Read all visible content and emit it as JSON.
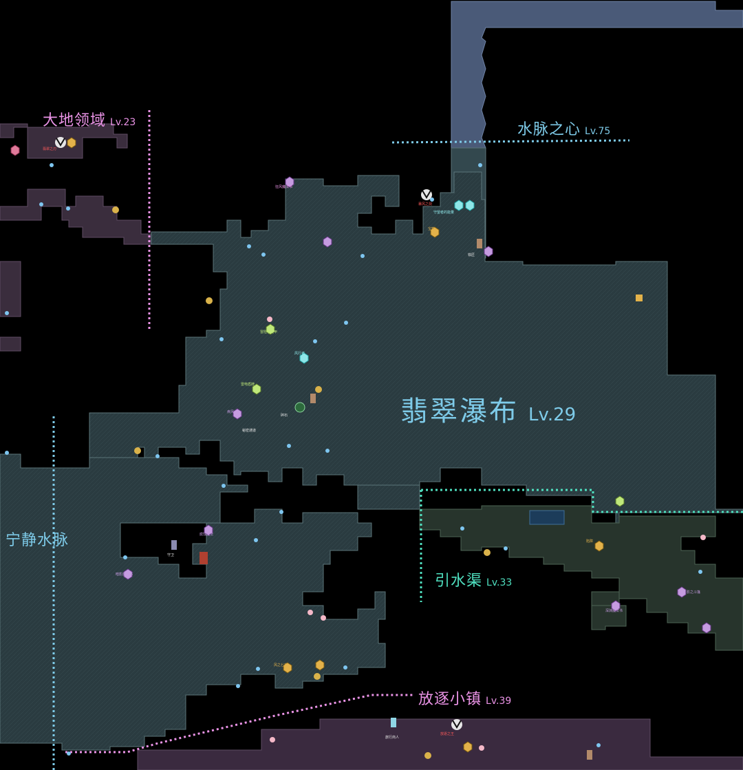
{
  "map": {
    "colors": {
      "background": "#000000",
      "emerald_waterfall": "#2a3b40",
      "emerald_waterfall_edge": "#5b7479",
      "earth_domain": "#3a2d3d",
      "heart_of_waterveins": "#4a5a78",
      "heart_of_waterveins_lower": "#33484e",
      "aqueduct": "#27342c",
      "exile_town": "#3a2a3f",
      "label_cyan": "#7ecbe9",
      "label_pink": "#ea93e6",
      "label_teal": "#4fe0c0",
      "label_white": "#e9e9ea"
    },
    "regions": [
      {
        "id": "earth",
        "name": "大地领域",
        "level": "Lv.23"
      },
      {
        "id": "heart",
        "name": "水脉之心",
        "level": "Lv.75"
      },
      {
        "id": "emerald",
        "name": "翡翠瀑布",
        "level": "Lv.29"
      },
      {
        "id": "tranquil",
        "name": "宁静水脉",
        "level": ""
      },
      {
        "id": "aqueduct",
        "name": "引水渠",
        "level": "Lv.33"
      },
      {
        "id": "exile",
        "name": "放逐小镇",
        "level": "Lv.39"
      }
    ],
    "markers": [
      {
        "name": "狂风魔法书",
        "icon": "spellbook-icon"
      },
      {
        "name": "暴风之剑",
        "icon": "boss-icon"
      },
      {
        "name": "守望者的能量",
        "icon": "shield-icon"
      },
      {
        "name": "冒险者装甲",
        "icon": "armor-icon"
      },
      {
        "name": "风行者",
        "icon": "rune-icon"
      },
      {
        "name": "雷电盾牌",
        "icon": "shield-icon"
      },
      {
        "name": "疾风",
        "icon": "rune-icon"
      },
      {
        "name": "腐蚀魔法",
        "icon": "spellbook-icon"
      },
      {
        "name": "翡翠之刃",
        "icon": "sword-icon"
      },
      {
        "name": "风之匕首",
        "icon": "dagger-icon"
      },
      {
        "name": "陷阱",
        "icon": "trap-icon"
      },
      {
        "name": "宝箱",
        "icon": "chest-icon"
      },
      {
        "name": "影之斗篷",
        "icon": "cloak-icon"
      },
      {
        "name": "碎石",
        "icon": "rock-icon"
      },
      {
        "name": "暗影魔法书",
        "icon": "spellbook-icon"
      },
      {
        "name": "深渊魔法书",
        "icon": "spellbook-icon"
      },
      {
        "name": "秘密通道",
        "icon": "passage-icon"
      },
      {
        "name": "铁匠",
        "icon": "npc-icon"
      },
      {
        "name": "守卫",
        "icon": "npc-icon"
      },
      {
        "name": "旅行商人",
        "icon": "npc-icon"
      },
      {
        "name": "放逐之王",
        "icon": "boss-icon"
      }
    ]
  }
}
